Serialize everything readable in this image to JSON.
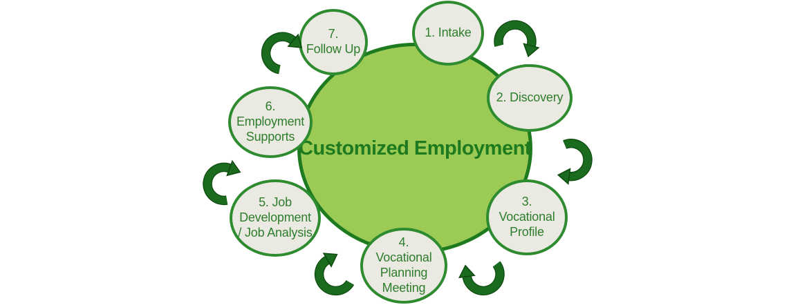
{
  "diagram": {
    "title": "Customized Employment",
    "steps": [
      {
        "id": 1,
        "label": "1. Intake"
      },
      {
        "id": 2,
        "label": "2. Discovery"
      },
      {
        "id": 3,
        "label": "3.\nVocational\nProfile"
      },
      {
        "id": 4,
        "label": "4.\nVocational\nPlanning\nMeeting"
      },
      {
        "id": 5,
        "label": "5. Job\nDevelopment\n/ Job Analysis"
      },
      {
        "id": 6,
        "label": "6.\nEmployment\nSupports"
      },
      {
        "id": 7,
        "label": "7.\nFollow Up"
      }
    ],
    "arrows": [
      {
        "name": "cycle-arrow-1-to-2",
        "direction": "clockwise"
      },
      {
        "name": "cycle-arrow-2-to-3",
        "direction": "clockwise"
      },
      {
        "name": "cycle-arrow-3-to-4",
        "direction": "clockwise"
      },
      {
        "name": "cycle-arrow-4-to-5",
        "direction": "clockwise"
      },
      {
        "name": "cycle-arrow-5-to-6",
        "direction": "clockwise"
      },
      {
        "name": "cycle-arrow-6-to-7",
        "direction": "clockwise"
      }
    ],
    "colors": {
      "center_fill": "#9BCB55",
      "center_border": "#1E7A1F",
      "center_text": "#1E7A1F",
      "node_fill": "#EBEAE2",
      "node_border": "#2E8B30",
      "node_text": "#2D7D2D",
      "arrow_fill": "#1B6B1E",
      "arrow_outline": "#0E4A10"
    }
  }
}
